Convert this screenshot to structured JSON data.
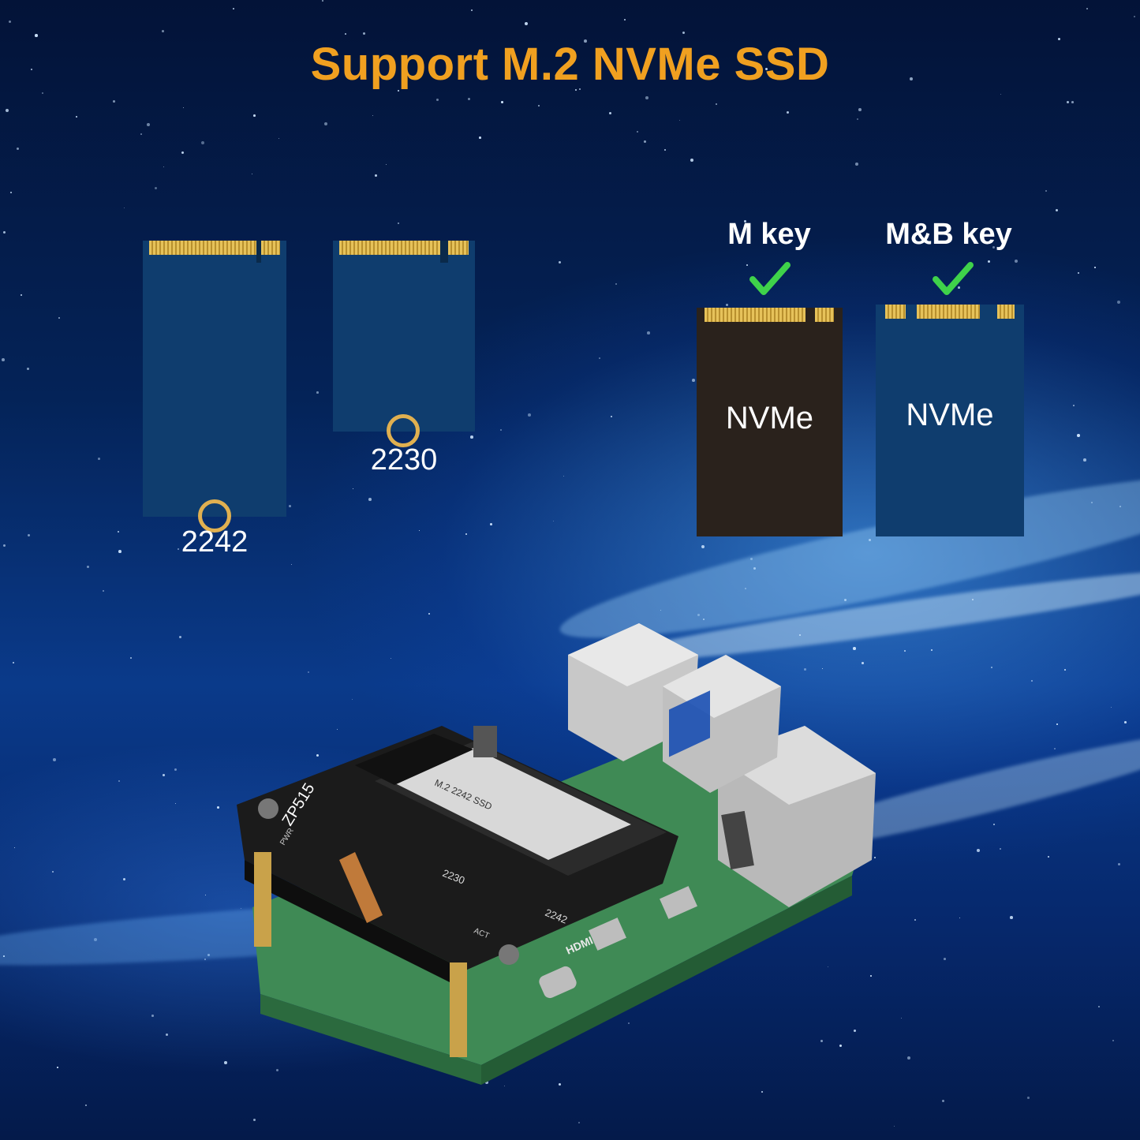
{
  "title": "Support M.2 NVMe SSD",
  "cards": [
    {
      "size_label": "2242"
    },
    {
      "size_label": "2230"
    }
  ],
  "keys": [
    {
      "label": "M key",
      "card_text": "NVMe",
      "supported": true
    },
    {
      "label": "M&B key",
      "card_text": "NVMe",
      "supported": true
    }
  ],
  "board": {
    "hat_label": "ZP515",
    "slot_2230": "2230",
    "slot_2242": "2242",
    "ssd_model": "M.2 2242 SSD",
    "pwr": "PWR",
    "act": "ACT",
    "hdmi": "HDMI"
  },
  "colors": {
    "title": "#f0a020",
    "card_blue": "#0f3d6e",
    "card_dark": "#2a221c",
    "check": "#3fd24a"
  }
}
